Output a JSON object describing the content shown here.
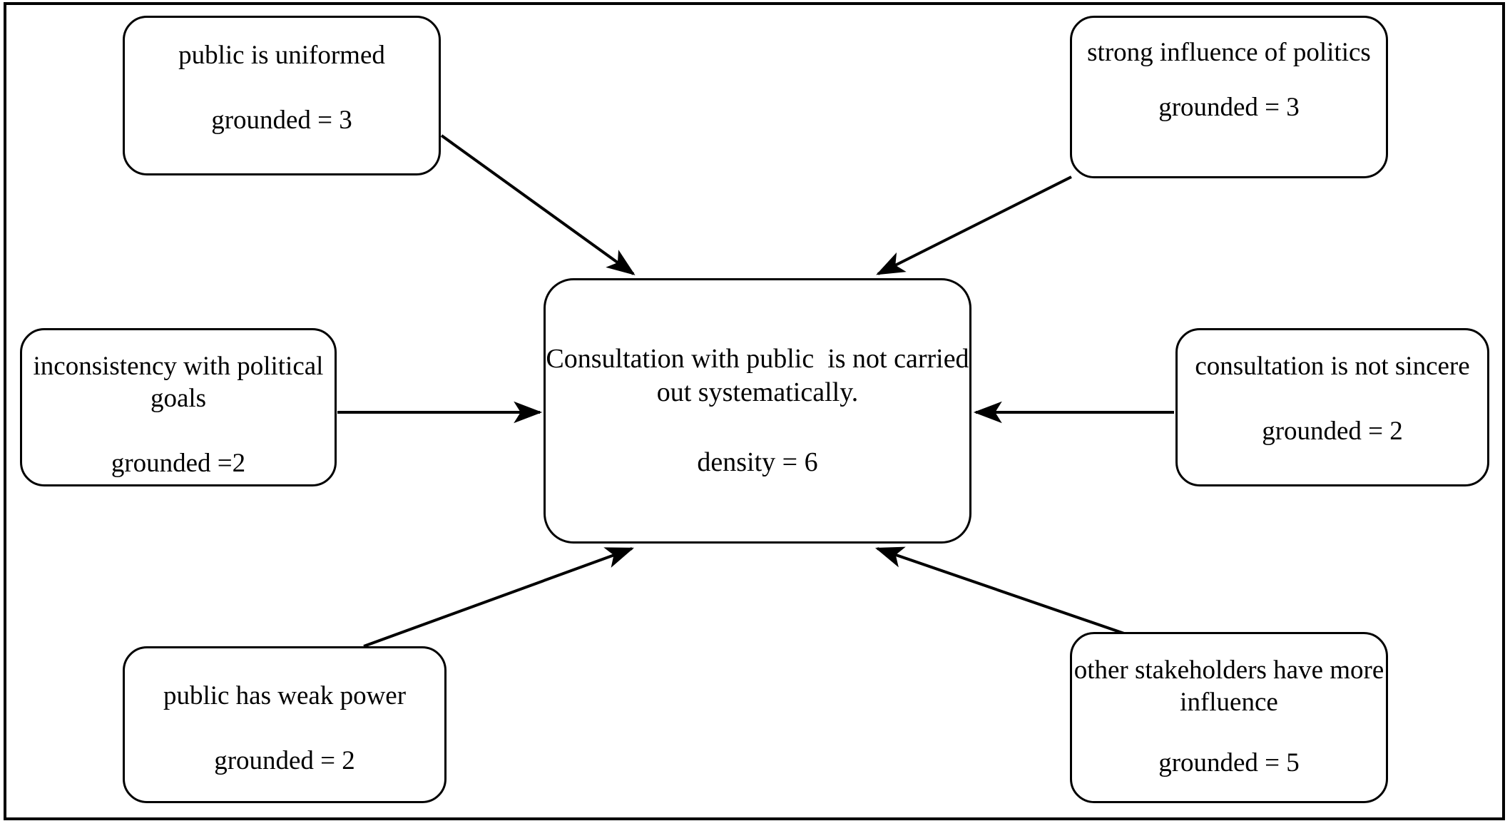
{
  "diagram": {
    "type": "network-diagram",
    "central_node": {
      "id": "center",
      "title": "Consultation with public  is not carried out systematically.",
      "metric": "density = 6"
    },
    "nodes": [
      {
        "id": "public-uninformed",
        "title": "public is uniformed",
        "metric": "grounded = 3",
        "position": "top-left"
      },
      {
        "id": "strong-influence-politics",
        "title": "strong influence of politics",
        "metric": "grounded = 3",
        "position": "top-right"
      },
      {
        "id": "inconsistency",
        "title": "inconsistency with political goals",
        "metric": "grounded =2",
        "position": "left"
      },
      {
        "id": "not-sincere",
        "title": "consultation is not sincere",
        "metric": "grounded = 2",
        "position": "right"
      },
      {
        "id": "weak-power",
        "title": "public has weak power",
        "metric": "grounded = 2",
        "position": "bottom-left"
      },
      {
        "id": "other-stakeholders",
        "title": "other stakeholders have more influence",
        "metric": "grounded = 5",
        "position": "bottom-right"
      }
    ],
    "edges": [
      {
        "from": "public-uninformed",
        "to": "center",
        "arrow": "single"
      },
      {
        "from": "strong-influence-politics",
        "to": "center",
        "arrow": "single"
      },
      {
        "from": "inconsistency",
        "to": "center",
        "arrow": "single"
      },
      {
        "from": "not-sincere",
        "to": "center",
        "arrow": "single"
      },
      {
        "from": "weak-power",
        "to": "center",
        "arrow": "single"
      },
      {
        "from": "other-stakeholders",
        "to": "center",
        "arrow": "single"
      }
    ],
    "colors": {
      "stroke": "#000000",
      "background": "#ffffff",
      "text": "#000000"
    }
  }
}
